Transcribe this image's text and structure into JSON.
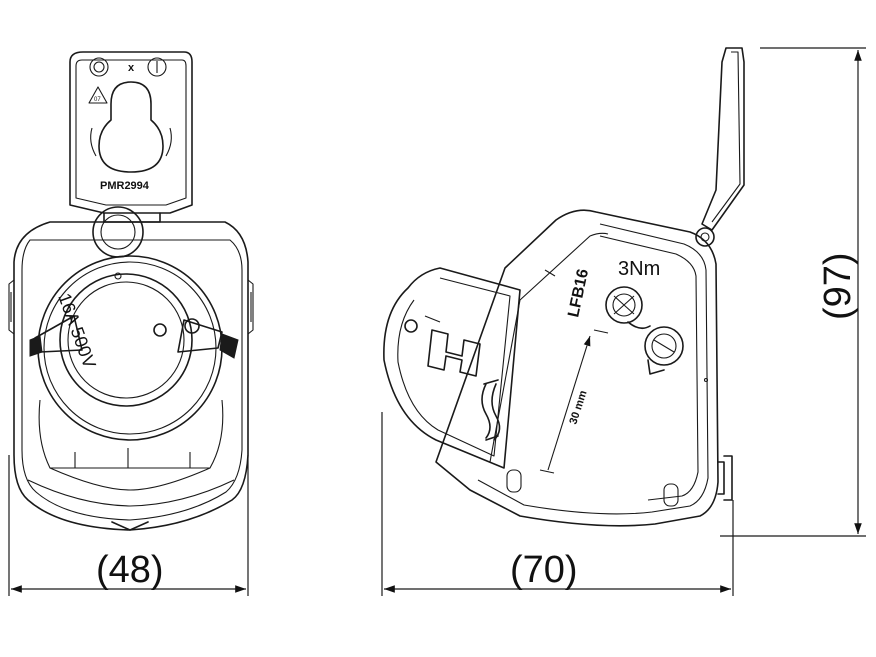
{
  "front_view": {
    "tag_code": "PMR2994",
    "tag_symbol_x": "x",
    "dial_rating": "16A 500V",
    "dim_width": "(48)"
  },
  "side_view": {
    "torque": "3Nm",
    "model": "LFB16",
    "depth_mark": "30 mm",
    "dim_width": "(70)",
    "dim_height": "(97)"
  }
}
